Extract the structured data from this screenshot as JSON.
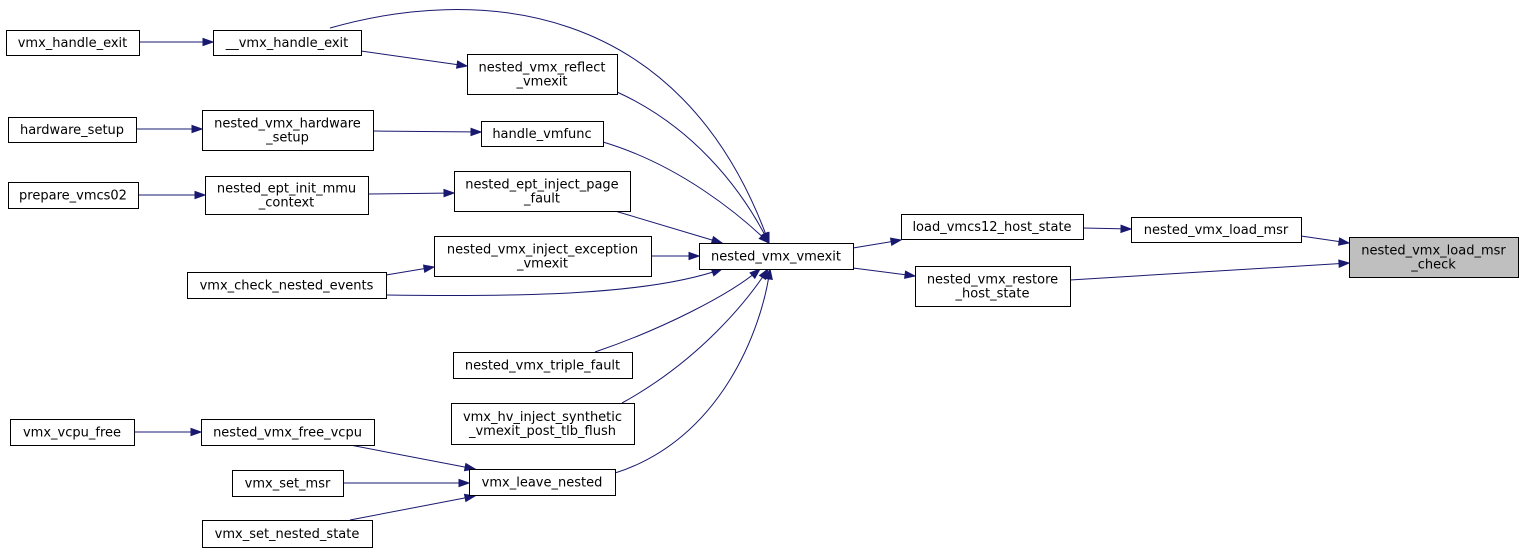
{
  "diagram": {
    "type": "call-graph",
    "direction": "right-to-left",
    "colors": {
      "edge": "#191970",
      "node_border": "#000000",
      "node_fill": "#ffffff",
      "highlight_fill": "#bfbfbf"
    },
    "nodes": [
      {
        "id": "nested_vmx_load_msr_check",
        "lines": [
          "nested_vmx_load_msr",
          "_check"
        ],
        "highlight": true
      },
      {
        "id": "nested_vmx_load_msr",
        "lines": [
          "nested_vmx_load_msr"
        ]
      },
      {
        "id": "load_vmcs12_host_state",
        "lines": [
          "load_vmcs12_host_state"
        ]
      },
      {
        "id": "nested_vmx_restore_host_state",
        "lines": [
          "nested_vmx_restore",
          "_host_state"
        ]
      },
      {
        "id": "nested_vmx_vmexit",
        "lines": [
          "nested_vmx_vmexit"
        ]
      },
      {
        "id": "nested_vmx_reflect_vmexit",
        "lines": [
          "nested_vmx_reflect",
          "_vmexit"
        ]
      },
      {
        "id": "handle_vmfunc",
        "lines": [
          "handle_vmfunc"
        ]
      },
      {
        "id": "nested_ept_inject_page_fault",
        "lines": [
          "nested_ept_inject_page",
          "_fault"
        ]
      },
      {
        "id": "nested_vmx_inject_exception_vmexit",
        "lines": [
          "nested_vmx_inject_exception",
          "_vmexit"
        ]
      },
      {
        "id": "nested_vmx_triple_fault",
        "lines": [
          "nested_vmx_triple_fault"
        ]
      },
      {
        "id": "vmx_hv_inject_synthetic_vmexit_post_tlb_flush",
        "lines": [
          "vmx_hv_inject_synthetic",
          "_vmexit_post_tlb_flush"
        ]
      },
      {
        "id": "vmx_leave_nested",
        "lines": [
          "vmx_leave_nested"
        ]
      },
      {
        "id": "__vmx_handle_exit",
        "lines": [
          "__vmx_handle_exit"
        ]
      },
      {
        "id": "vmx_handle_exit",
        "lines": [
          "vmx_handle_exit"
        ]
      },
      {
        "id": "nested_vmx_hardware_setup",
        "lines": [
          "nested_vmx_hardware",
          "_setup"
        ]
      },
      {
        "id": "hardware_setup",
        "lines": [
          "hardware_setup"
        ]
      },
      {
        "id": "nested_ept_init_mmu_context",
        "lines": [
          "nested_ept_init_mmu",
          "_context"
        ]
      },
      {
        "id": "prepare_vmcs02",
        "lines": [
          "prepare_vmcs02"
        ]
      },
      {
        "id": "vmx_check_nested_events",
        "lines": [
          "vmx_check_nested_events"
        ]
      },
      {
        "id": "nested_vmx_free_vcpu",
        "lines": [
          "nested_vmx_free_vcpu"
        ]
      },
      {
        "id": "vmx_vcpu_free",
        "lines": [
          "vmx_vcpu_free"
        ]
      },
      {
        "id": "vmx_set_msr",
        "lines": [
          "vmx_set_msr"
        ]
      },
      {
        "id": "vmx_set_nested_state",
        "lines": [
          "vmx_set_nested_state"
        ]
      }
    ],
    "edges": [
      {
        "from": "nested_vmx_load_msr",
        "to": "nested_vmx_load_msr_check"
      },
      {
        "from": "nested_vmx_restore_host_state",
        "to": "nested_vmx_load_msr_check"
      },
      {
        "from": "load_vmcs12_host_state",
        "to": "nested_vmx_load_msr"
      },
      {
        "from": "nested_vmx_vmexit",
        "to": "load_vmcs12_host_state"
      },
      {
        "from": "nested_vmx_vmexit",
        "to": "nested_vmx_restore_host_state"
      },
      {
        "from": "__vmx_handle_exit",
        "to": "nested_vmx_vmexit"
      },
      {
        "from": "nested_vmx_reflect_vmexit",
        "to": "nested_vmx_vmexit"
      },
      {
        "from": "handle_vmfunc",
        "to": "nested_vmx_vmexit"
      },
      {
        "from": "nested_ept_inject_page_fault",
        "to": "nested_vmx_vmexit"
      },
      {
        "from": "nested_vmx_inject_exception_vmexit",
        "to": "nested_vmx_vmexit"
      },
      {
        "from": "vmx_check_nested_events",
        "to": "nested_vmx_vmexit"
      },
      {
        "from": "nested_vmx_triple_fault",
        "to": "nested_vmx_vmexit"
      },
      {
        "from": "vmx_hv_inject_synthetic_vmexit_post_tlb_flush",
        "to": "nested_vmx_vmexit"
      },
      {
        "from": "vmx_leave_nested",
        "to": "nested_vmx_vmexit"
      },
      {
        "from": "vmx_handle_exit",
        "to": "__vmx_handle_exit"
      },
      {
        "from": "__vmx_handle_exit",
        "to": "nested_vmx_reflect_vmexit"
      },
      {
        "from": "hardware_setup",
        "to": "nested_vmx_hardware_setup"
      },
      {
        "from": "nested_vmx_hardware_setup",
        "to": "handle_vmfunc"
      },
      {
        "from": "prepare_vmcs02",
        "to": "nested_ept_init_mmu_context"
      },
      {
        "from": "nested_ept_init_mmu_context",
        "to": "nested_ept_inject_page_fault"
      },
      {
        "from": "vmx_check_nested_events",
        "to": "nested_vmx_inject_exception_vmexit"
      },
      {
        "from": "vmx_vcpu_free",
        "to": "nested_vmx_free_vcpu"
      },
      {
        "from": "nested_vmx_free_vcpu",
        "to": "vmx_leave_nested"
      },
      {
        "from": "vmx_set_msr",
        "to": "vmx_leave_nested"
      },
      {
        "from": "vmx_set_nested_state",
        "to": "vmx_leave_nested"
      }
    ]
  }
}
